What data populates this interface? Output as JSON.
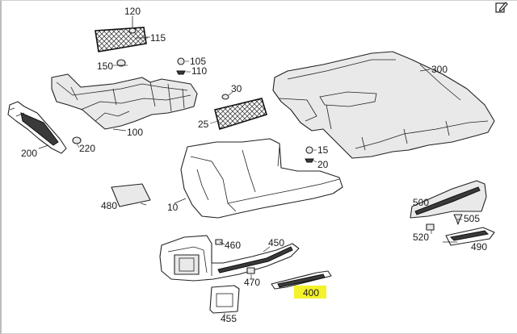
{
  "diagram": {
    "labels": {
      "l120": "120",
      "l115": "115",
      "l150": "150",
      "l105": "105",
      "l110": "110",
      "l100": "100",
      "l30": "30",
      "l25": "25",
      "l300": "300",
      "l200": "200",
      "l220": "220",
      "l15": "15",
      "l20": "20",
      "l480": "480",
      "l10": "10",
      "l500": "500",
      "l505": "505",
      "l520": "520",
      "l490": "490",
      "l460": "460",
      "l450": "450",
      "l470": "470",
      "l400": "400",
      "l455": "455"
    },
    "highlight_color": "#f4f22a",
    "highlighted_part": "400"
  },
  "toolbar": {
    "edit_icon": "edit-icon"
  }
}
